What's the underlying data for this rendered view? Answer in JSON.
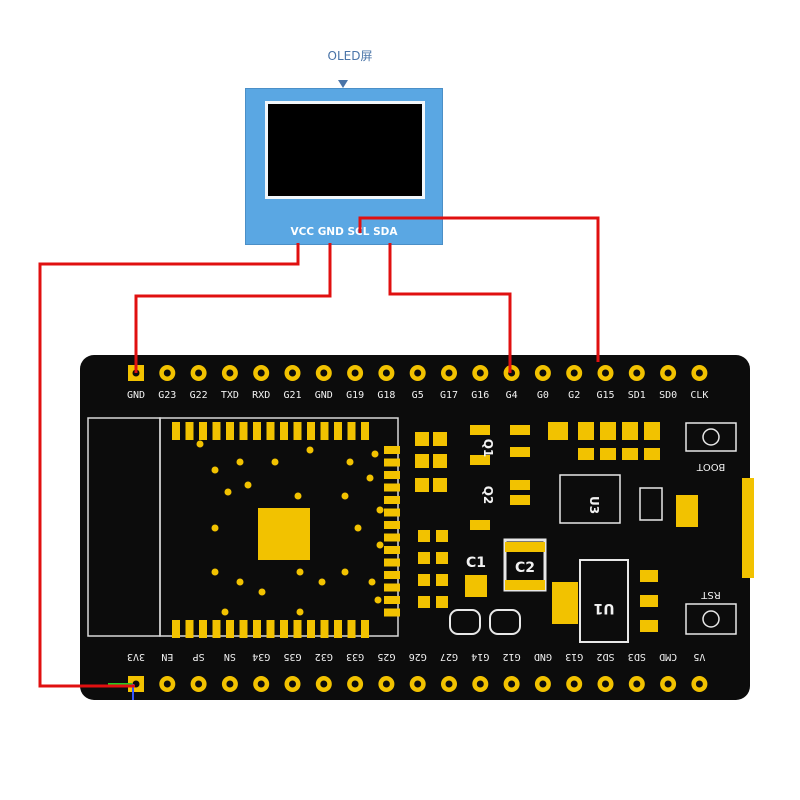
{
  "oled": {
    "label": "OLED屏",
    "pins": [
      "VCC",
      "GND",
      "SCL",
      "SDA"
    ]
  },
  "board": {
    "top_pins": [
      "GND",
      "G23",
      "G22",
      "TXD",
      "RXD",
      "G21",
      "GND",
      "G19",
      "G18",
      "G5",
      "G17",
      "G16",
      "G4",
      "G0",
      "G2",
      "G15",
      "SD1",
      "SD0",
      "CLK"
    ],
    "bottom_pins": [
      "3V3",
      "EN",
      "SP",
      "SN",
      "G34",
      "G35",
      "G32",
      "G33",
      "G25",
      "G26",
      "G27",
      "G14",
      "G12",
      "GND",
      "G13",
      "SD2",
      "SD3",
      "CMD",
      "V5"
    ],
    "components": {
      "q1": "Q1",
      "q2": "Q2",
      "u3": "U3",
      "c1": "C1",
      "c2": "C2",
      "u1": "U1"
    },
    "buttons": {
      "boot": "BOOT",
      "rst": "RST"
    }
  },
  "colors": {
    "wire": "#e01010",
    "board": "#0c0c0c",
    "pad": "#f2c200",
    "oled_module": "#5aa7e3"
  }
}
